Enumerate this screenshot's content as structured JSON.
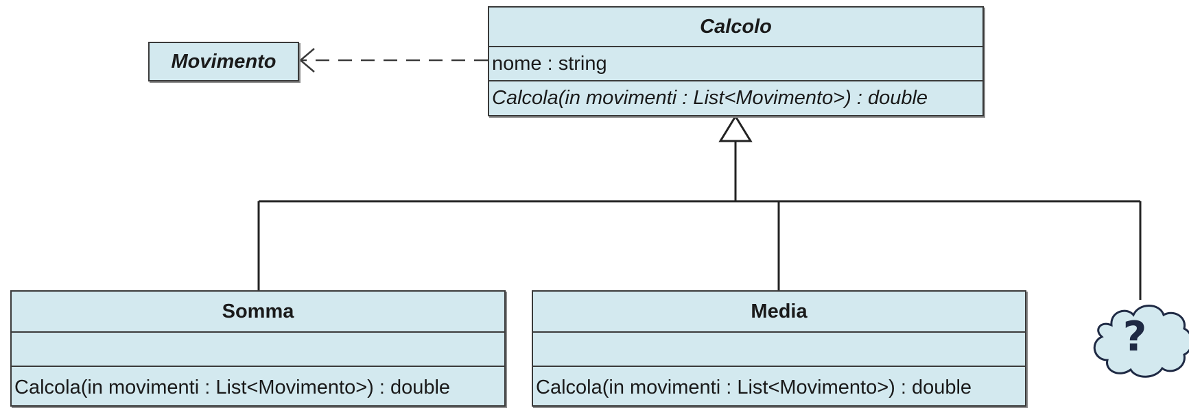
{
  "diagram": {
    "classes": {
      "calcolo": {
        "name": "Calcolo",
        "attribute": "nome : string",
        "operation": "Calcola(in movimenti : List<Movimento>) : double",
        "abstract": true
      },
      "movimento": {
        "name": "Movimento",
        "abstract": true
      },
      "somma": {
        "name": "Somma",
        "attribute": "",
        "operation": "Calcola(in movimenti : List<Movimento>) : double"
      },
      "media": {
        "name": "Media",
        "attribute": "",
        "operation": "Calcola(in movimenti : List<Movimento>) : double"
      }
    },
    "unknown_subclass": {
      "label": "?",
      "shape": "cloud-icon"
    },
    "relationships": [
      {
        "type": "dependency",
        "from": "Calcolo",
        "to": "Movimento"
      },
      {
        "type": "generalization",
        "from": "Somma",
        "to": "Calcolo"
      },
      {
        "type": "generalization",
        "from": "Media",
        "to": "Calcolo"
      },
      {
        "type": "generalization",
        "from": "?",
        "to": "Calcolo"
      }
    ],
    "colors": {
      "class_fill": "#d3e9ef",
      "line": "#3a3a3a",
      "cloud_fill": "#d3e9ef",
      "cloud_text": "#1f2a44"
    }
  }
}
